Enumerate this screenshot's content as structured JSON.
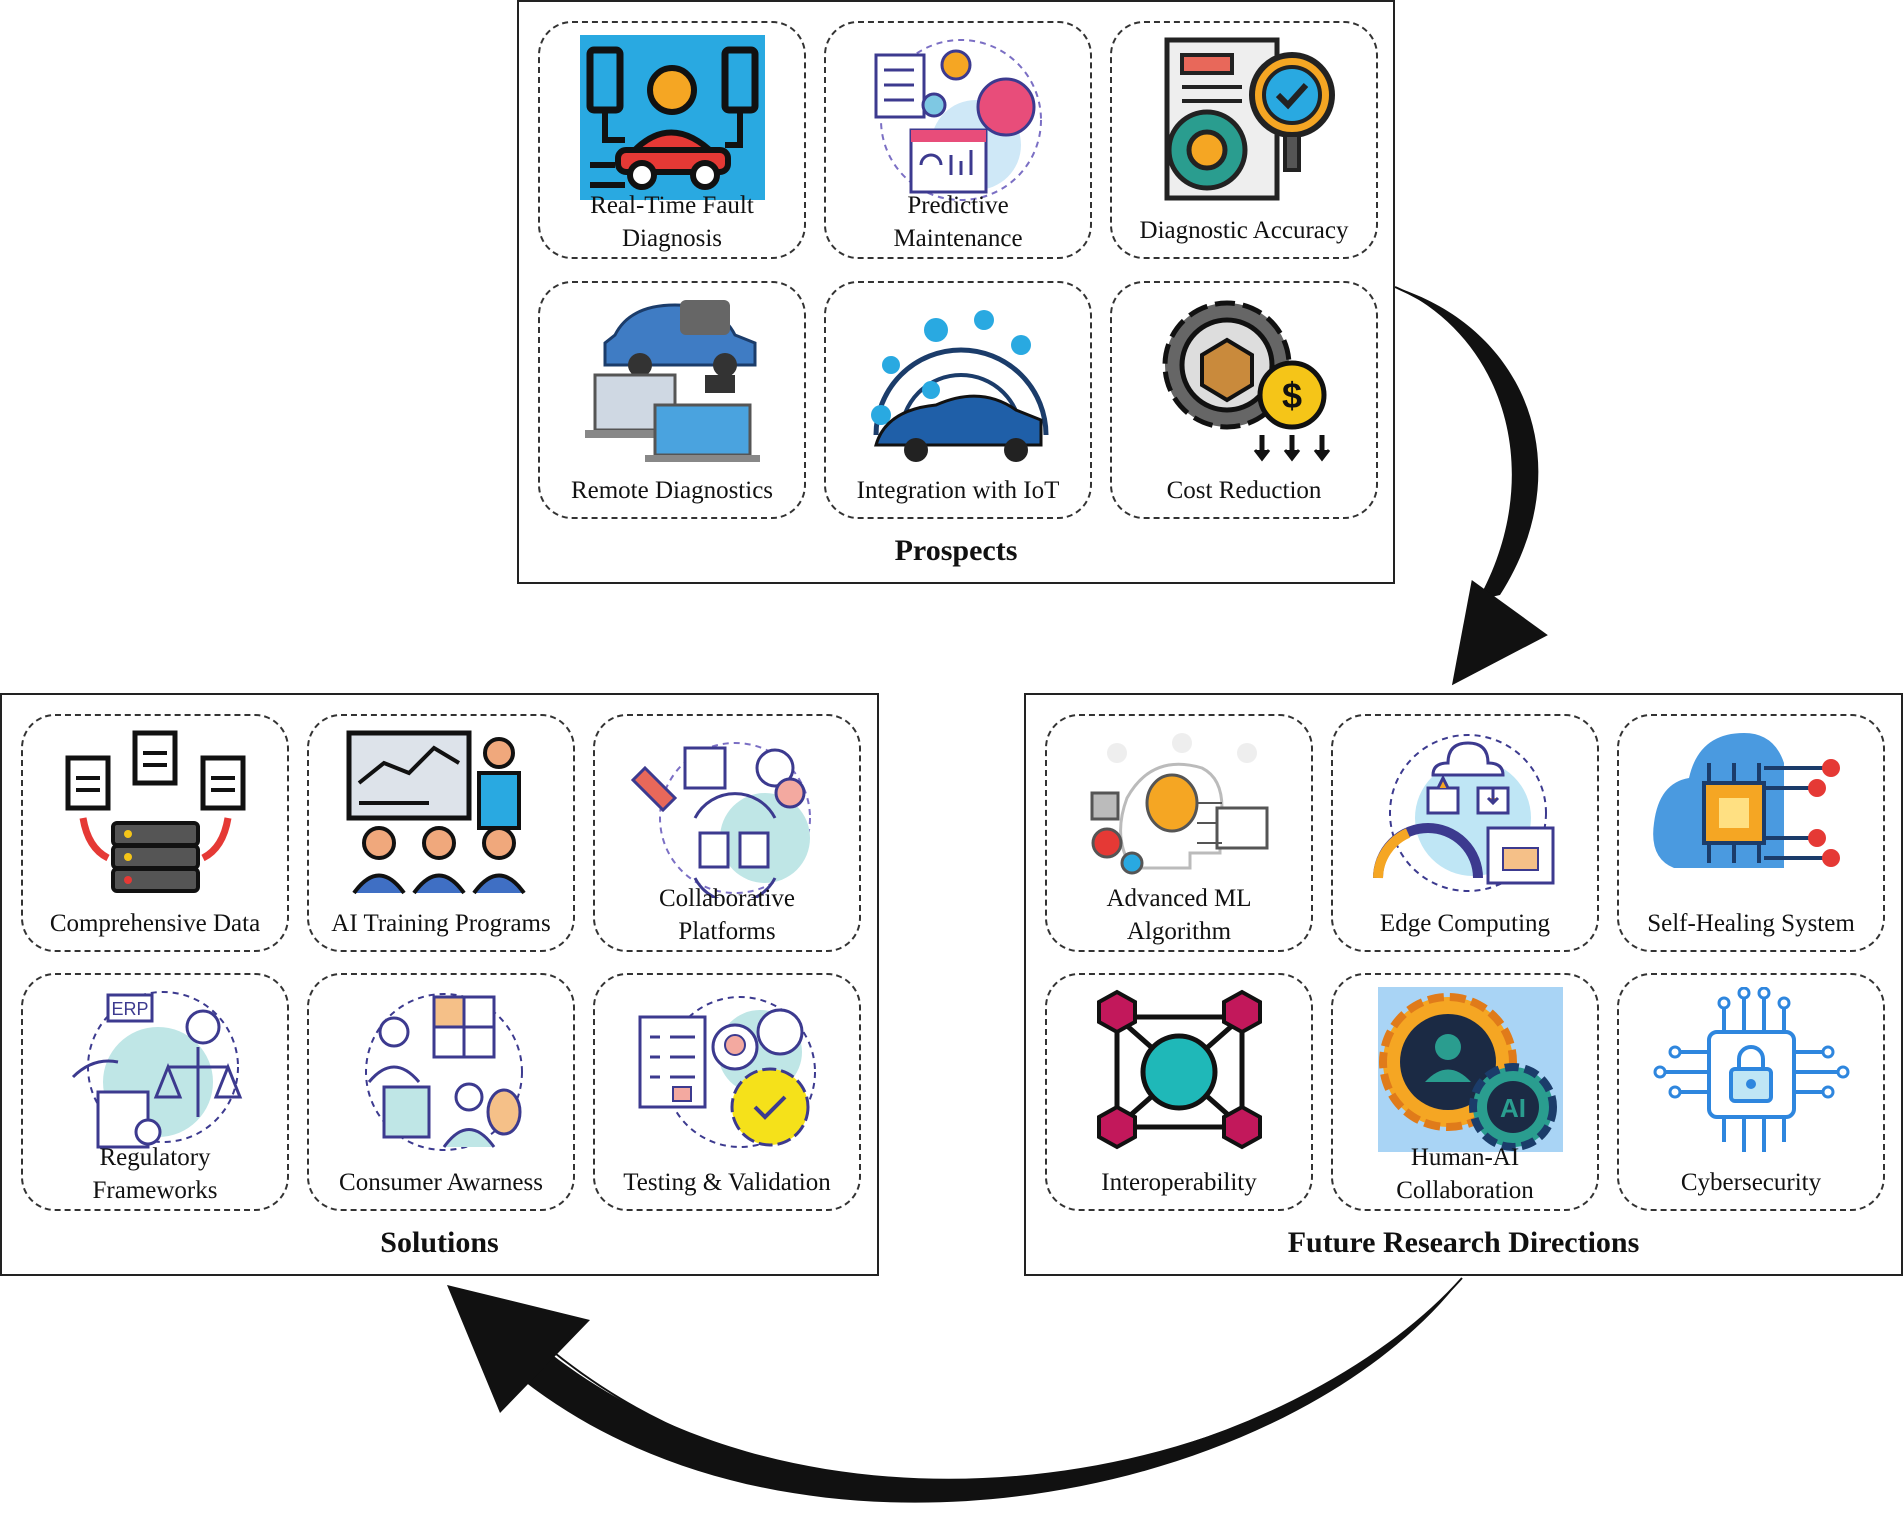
{
  "prospects": {
    "title": "Prospects",
    "items": [
      {
        "label": "Real-Time Fault Diagnosis",
        "lines": [
          "Real-Time Fault",
          "Diagnosis"
        ],
        "icon": "car-circuit-icon"
      },
      {
        "label": "Predictive Maintenance",
        "lines": [
          "Predictive",
          "Maintenance"
        ],
        "icon": "maintenance-dashboard-icon"
      },
      {
        "label": "Diagnostic Accuracy",
        "lines": [
          "Diagnostic Accuracy"
        ],
        "icon": "report-magnifier-check-icon"
      },
      {
        "label": "Remote Diagnostics",
        "lines": [
          "Remote Diagnostics"
        ],
        "icon": "car-laptop-icon"
      },
      {
        "label": "Integration with IoT",
        "lines": [
          "Integration with IoT"
        ],
        "icon": "connected-car-icon"
      },
      {
        "label": "Cost Reduction",
        "lines": [
          "Cost Reduction"
        ],
        "icon": "gear-box-dollar-icon"
      }
    ]
  },
  "solutions": {
    "title": "Solutions",
    "items": [
      {
        "label": "Comprehensive Data",
        "lines": [
          "Comprehensive Data"
        ],
        "icon": "documents-server-icon"
      },
      {
        "label": "AI Training Programs",
        "lines": [
          "AI Training Programs"
        ],
        "icon": "presentation-audience-icon"
      },
      {
        "label": "Collaborative Platforms",
        "lines": [
          "Collaborative",
          "Platforms"
        ],
        "icon": "collaboration-cycle-icon"
      },
      {
        "label": "Regulatory Frameworks",
        "lines": [
          "Regulatory",
          "Frameworks"
        ],
        "icon": "erp-scales-icon"
      },
      {
        "label": "Consumer Awarness",
        "lines": [
          "Consumer Awarness"
        ],
        "icon": "consumer-puzzle-icon"
      },
      {
        "label": "Testing & Validation",
        "lines": [
          "Testing & Validation"
        ],
        "icon": "checklist-gear-icon"
      }
    ]
  },
  "future": {
    "title": "Future Research Directions",
    "items": [
      {
        "label": "Advanced ML Algorithm",
        "lines": [
          "Advanced ML",
          "Algorithm"
        ],
        "icon": "ai-head-icon"
      },
      {
        "label": "Edge Computing",
        "lines": [
          "Edge Computing"
        ],
        "icon": "cloud-gauge-icon"
      },
      {
        "label": "Self-Healing System",
        "lines": [
          "Self-Healing System"
        ],
        "icon": "cloud-chip-icon"
      },
      {
        "label": "Interoperability",
        "lines": [
          "Interoperability"
        ],
        "icon": "network-cubes-icon"
      },
      {
        "label": "Human-AI Collaboration",
        "lines": [
          "Human-AI",
          "Collaboration"
        ],
        "icon": "human-ai-gears-icon"
      },
      {
        "label": "Cybersecurity",
        "lines": [
          "Cybersecurity"
        ],
        "icon": "circuit-lock-icon"
      }
    ]
  }
}
